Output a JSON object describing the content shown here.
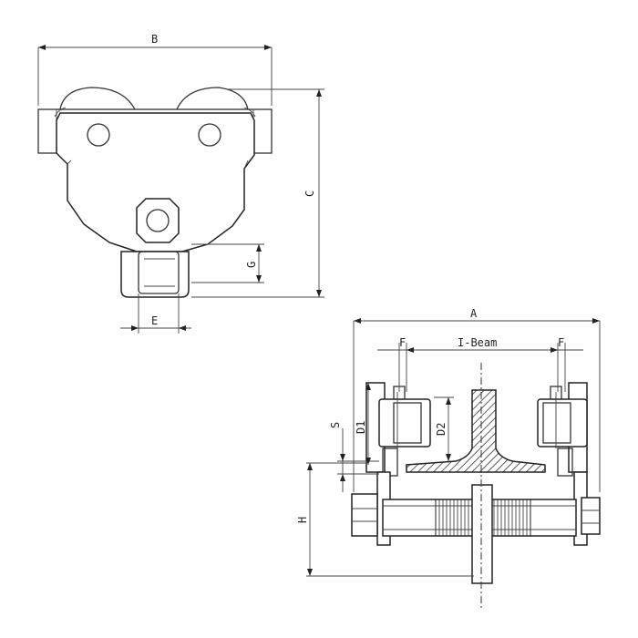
{
  "labels": {
    "B": "B",
    "C": "C",
    "G": "G",
    "E": "E",
    "A": "A",
    "F_left": "F",
    "I_beam": "I-Beam",
    "F_right": "F",
    "S": "S",
    "D1": "D1",
    "D2": "D2",
    "H": "H"
  }
}
